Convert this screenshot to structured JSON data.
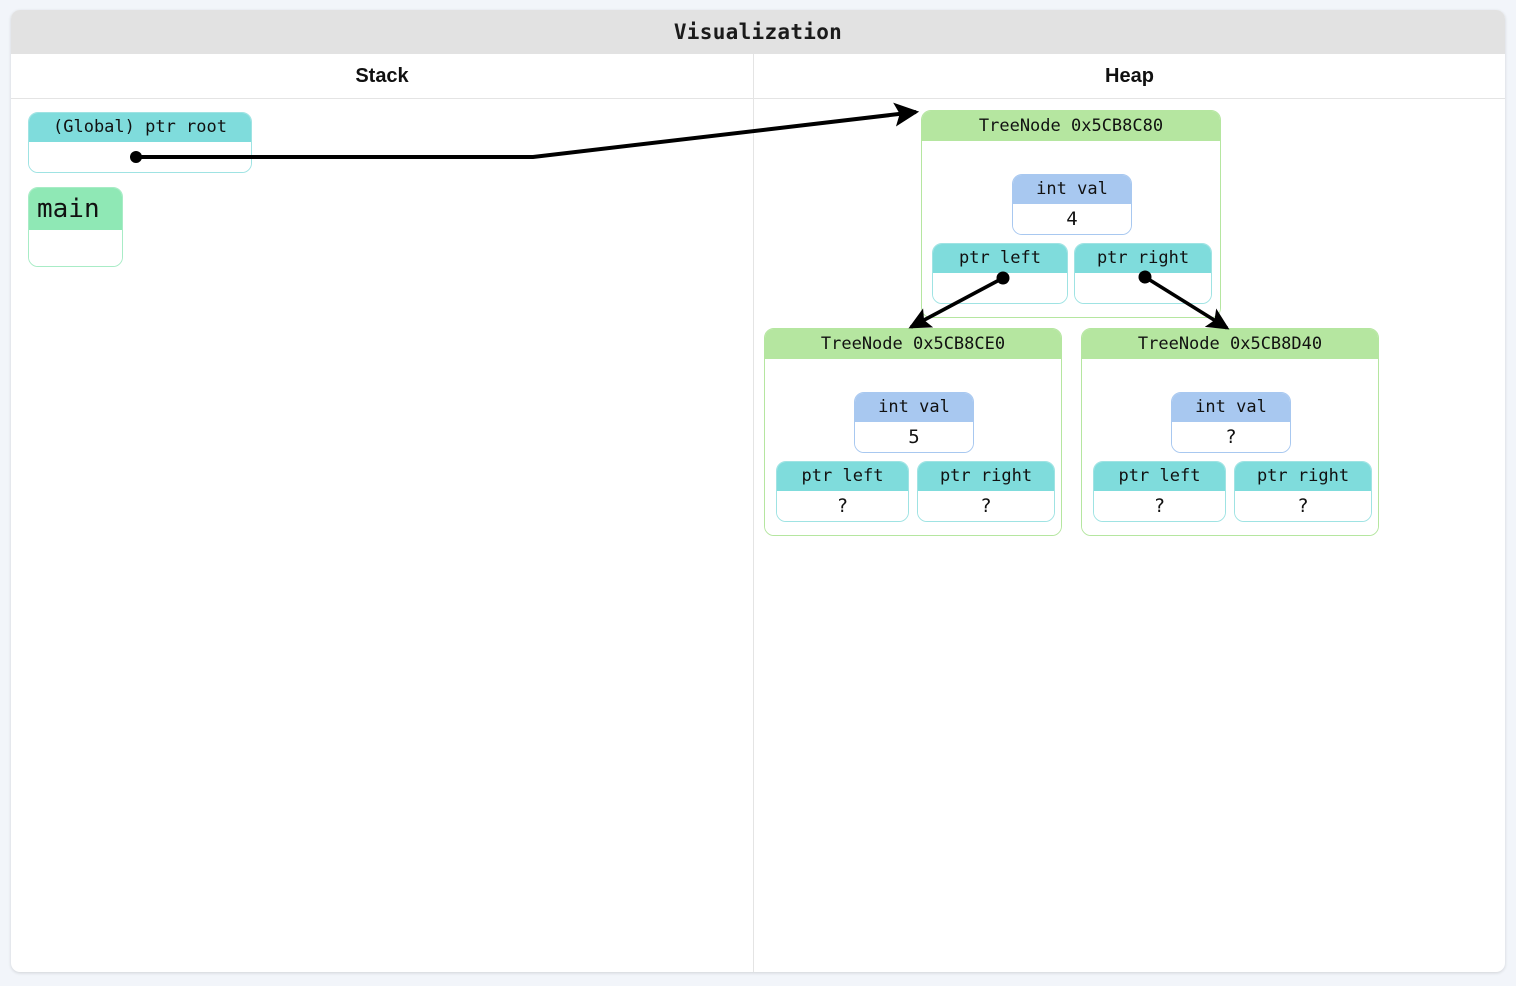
{
  "panel": {
    "title": "Visualization",
    "columns": [
      {
        "id": "stack",
        "label": "Stack"
      },
      {
        "id": "heap",
        "label": "Heap"
      }
    ]
  },
  "colors": {
    "title_bar": "#e2e2e2",
    "node_header_green": "#b5e6a0",
    "frame_header_green": "#8fe8b5",
    "pointer_teal": "#7fdcdc",
    "int_blue": "#a8c8f0",
    "page_background": "#f2f5fa",
    "arrow": "#000000"
  },
  "stack": {
    "globals": [
      {
        "name": "(Global) ptr root",
        "value": "",
        "points_to": "TreeNode 0x5CB8C80"
      }
    ],
    "frames": [
      {
        "name": "main",
        "value": ""
      }
    ]
  },
  "heap": {
    "nodes": [
      {
        "id": "root",
        "title": "TreeNode 0x5CB8C80",
        "address": "0x5CB8C80",
        "fields": [
          {
            "kind": "int",
            "name": "int val",
            "value": "4"
          },
          {
            "kind": "ptr",
            "name": "ptr left",
            "value": "",
            "points_to": "TreeNode 0x5CB8CE0"
          },
          {
            "kind": "ptr",
            "name": "ptr right",
            "value": "",
            "points_to": "TreeNode 0x5CB8D40"
          }
        ]
      },
      {
        "id": "left",
        "title": "TreeNode 0x5CB8CE0",
        "address": "0x5CB8CE0",
        "fields": [
          {
            "kind": "int",
            "name": "int val",
            "value": "5"
          },
          {
            "kind": "ptr",
            "name": "ptr left",
            "value": "?",
            "points_to": null
          },
          {
            "kind": "ptr",
            "name": "ptr right",
            "value": "?",
            "points_to": null
          }
        ]
      },
      {
        "id": "right",
        "title": "TreeNode 0x5CB8D40",
        "address": "0x5CB8D40",
        "fields": [
          {
            "kind": "int",
            "name": "int val",
            "value": "?"
          },
          {
            "kind": "ptr",
            "name": "ptr left",
            "value": "?",
            "points_to": null
          },
          {
            "kind": "ptr",
            "name": "ptr right",
            "value": "?",
            "points_to": null
          }
        ]
      }
    ]
  }
}
